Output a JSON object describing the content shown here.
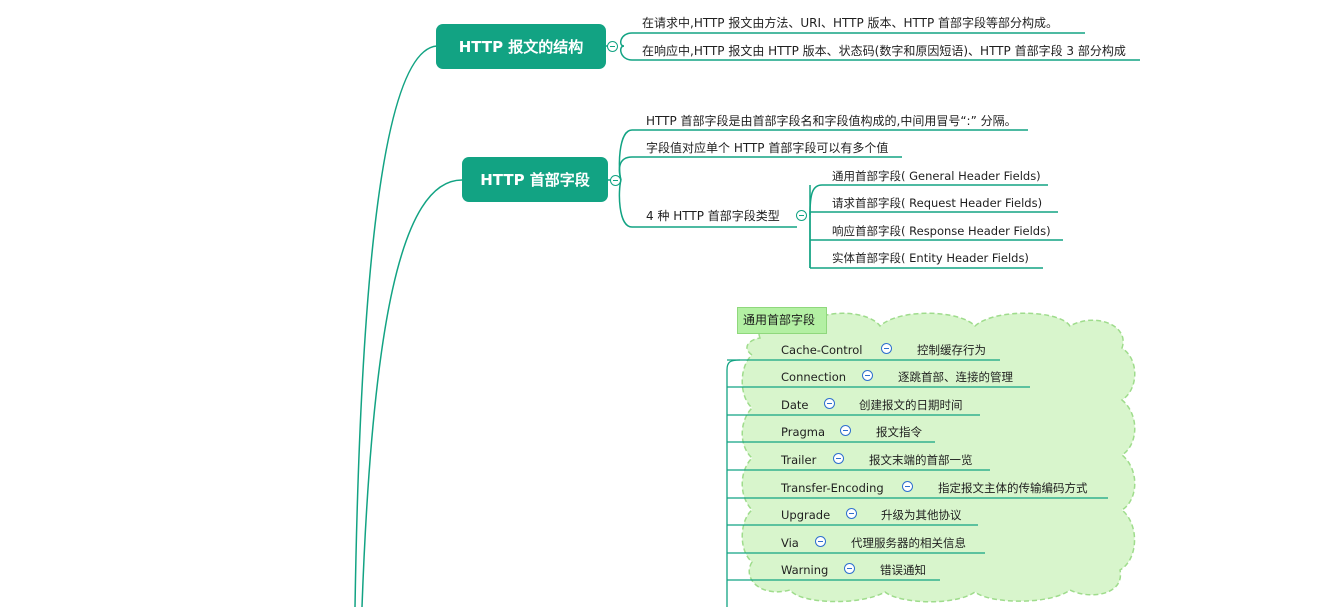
{
  "branches": {
    "structure": {
      "label": "HTTP 报文的结构",
      "children": [
        "在请求中,HTTP 报文由方法、URI、HTTP 版本、HTTP 首部字段等部分构成。",
        "在响应中,HTTP 报文由 HTTP 版本、状态码(数字和原因短语)、HTTP 首部字段 3 部分构成"
      ]
    },
    "header_fields": {
      "label": "HTTP 首部字段",
      "children": [
        "HTTP 首部字段是由首部字段名和字段值构成的,中间用冒号“:” 分隔。",
        "字段值对应单个 HTTP 首部字段可以有多个值",
        "4 种 HTTP 首部字段类型"
      ],
      "types": [
        "通用首部字段( General Header Fields)",
        "请求首部字段( Request Header Fields)",
        "响应首部字段( Response Header Fields)",
        "实体首部字段( Entity Header Fields)"
      ]
    }
  },
  "general": {
    "title": "通用首部字段",
    "items": [
      {
        "name": "Cache-Control",
        "desc": "控制缓存行为"
      },
      {
        "name": "Connection",
        "desc": "逐跳首部、连接的管理"
      },
      {
        "name": "Date",
        "desc": "创建报文的日期时间"
      },
      {
        "name": "Pragma",
        "desc": "报文指令"
      },
      {
        "name": "Trailer",
        "desc": "报文末端的首部一览"
      },
      {
        "name": "Transfer-Encoding",
        "desc": "指定报文主体的传输编码方式"
      },
      {
        "name": "Upgrade",
        "desc": "升级为其他协议"
      },
      {
        "name": "Via",
        "desc": "代理服务器的相关信息"
      },
      {
        "name": "Warning",
        "desc": "错误通知"
      }
    ]
  },
  "colors": {
    "branch": "#12a383",
    "cloud_fill": "#d8f5cc",
    "cloud_border": "#9fdc8c",
    "cloud_title": "#b3f0a3"
  }
}
